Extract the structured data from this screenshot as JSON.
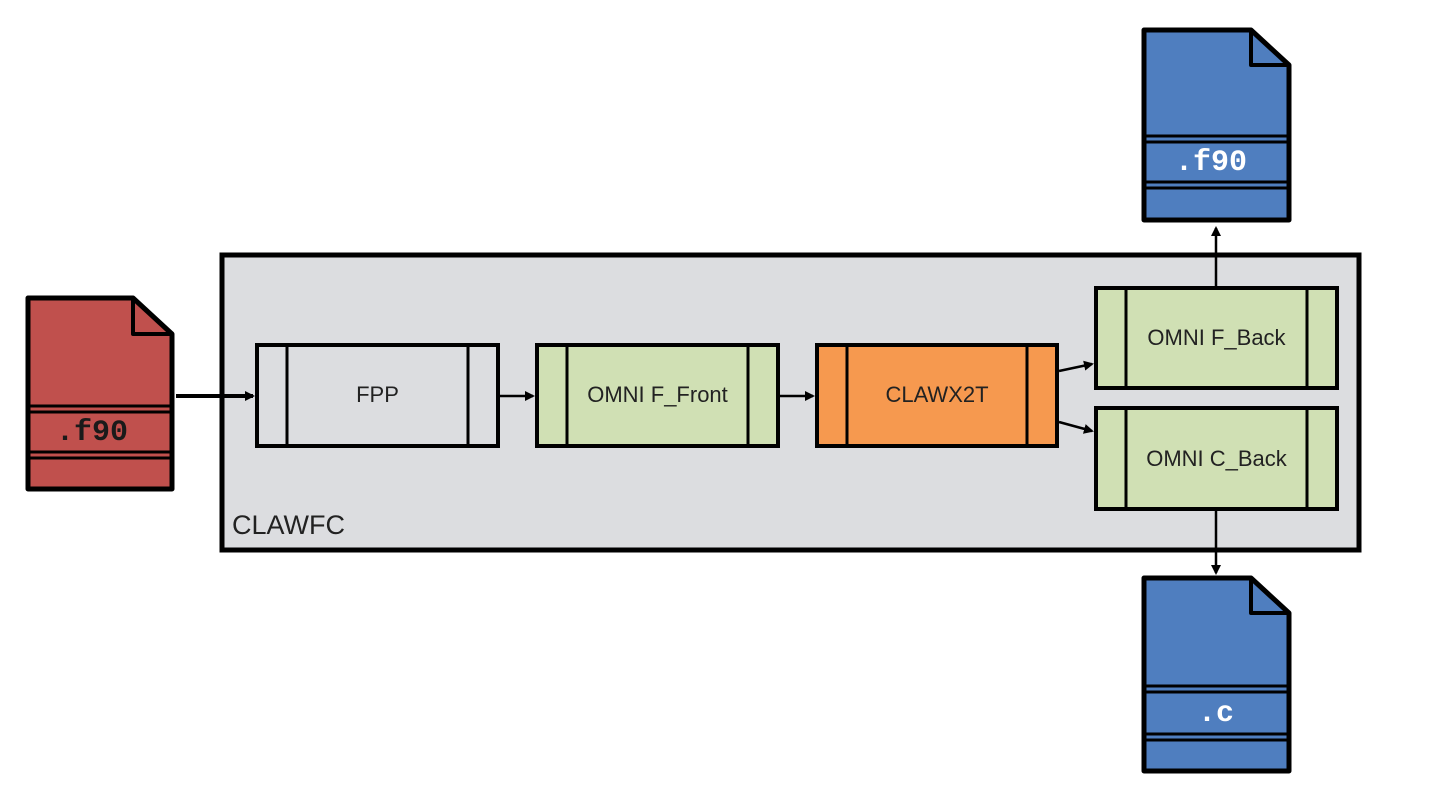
{
  "container": {
    "label": "CLAWFC",
    "fill": "#dcdde0"
  },
  "stages": {
    "fpp": {
      "label": "FPP",
      "fill": "#dcdde0"
    },
    "f_front": {
      "label": "OMNI F_Front",
      "fill": "#d0e0b4"
    },
    "clawx2t": {
      "label": "CLAWX2T",
      "fill": "#f6994f"
    },
    "f_back": {
      "label": "OMNI F_Back",
      "fill": "#d0e0b4"
    },
    "c_back": {
      "label": "OMNI C_Back",
      "fill": "#d0e0b4"
    }
  },
  "files": {
    "input": {
      "label": ".f90",
      "fill": "#c0504d",
      "text_color": "#1a1a1a"
    },
    "output_f90": {
      "label": ".f90",
      "fill": "#4f7ebf",
      "text_color": "#ffffff"
    },
    "output_c": {
      "label": ".c",
      "fill": "#4f7ebf",
      "text_color": "#ffffff"
    }
  }
}
